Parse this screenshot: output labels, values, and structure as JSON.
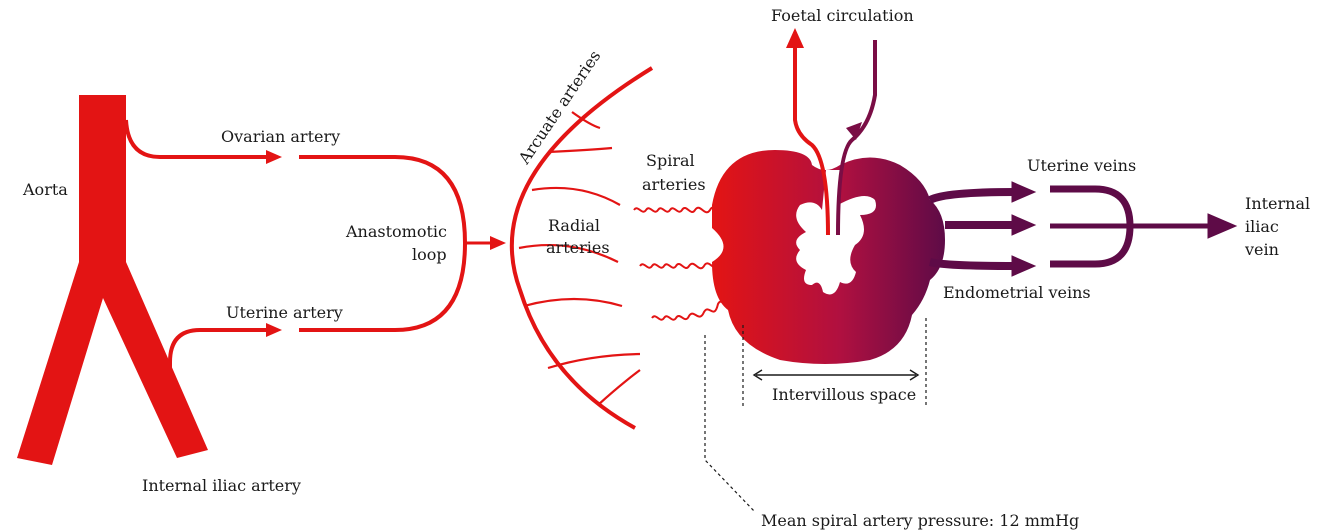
{
  "labels": {
    "aorta": "Aorta",
    "ovarian_artery": "Ovarian artery",
    "uterine_artery": "Uterine artery",
    "internal_iliac_artery": "Internal iliac artery",
    "anastomotic_loop_line1": "Anastomotic",
    "anastomotic_loop_line2": "loop",
    "arcuate_arteries": "Arcuate arteries",
    "spiral_arteries_line1": "Spiral",
    "spiral_arteries_line2": "arteries",
    "radial_arteries_line1": "Radial",
    "radial_arteries_line2": "arteries",
    "foetal_circulation": "Foetal circulation",
    "uterine_veins": "Uterine veins",
    "endometrial_veins": "Endometrial veins",
    "internal_iliac_vein_line1": "Internal",
    "internal_iliac_vein_line2": "iliac",
    "internal_iliac_vein_line3": "vein",
    "intervillous_space": "Intervillous space",
    "mean_pressure": "Mean spiral artery pressure: 12 mmHg"
  },
  "colors": {
    "artery": "#e31414",
    "vein": "#5e0b47",
    "mixed_mid": "#b01040",
    "text": "#1a1a1a"
  }
}
